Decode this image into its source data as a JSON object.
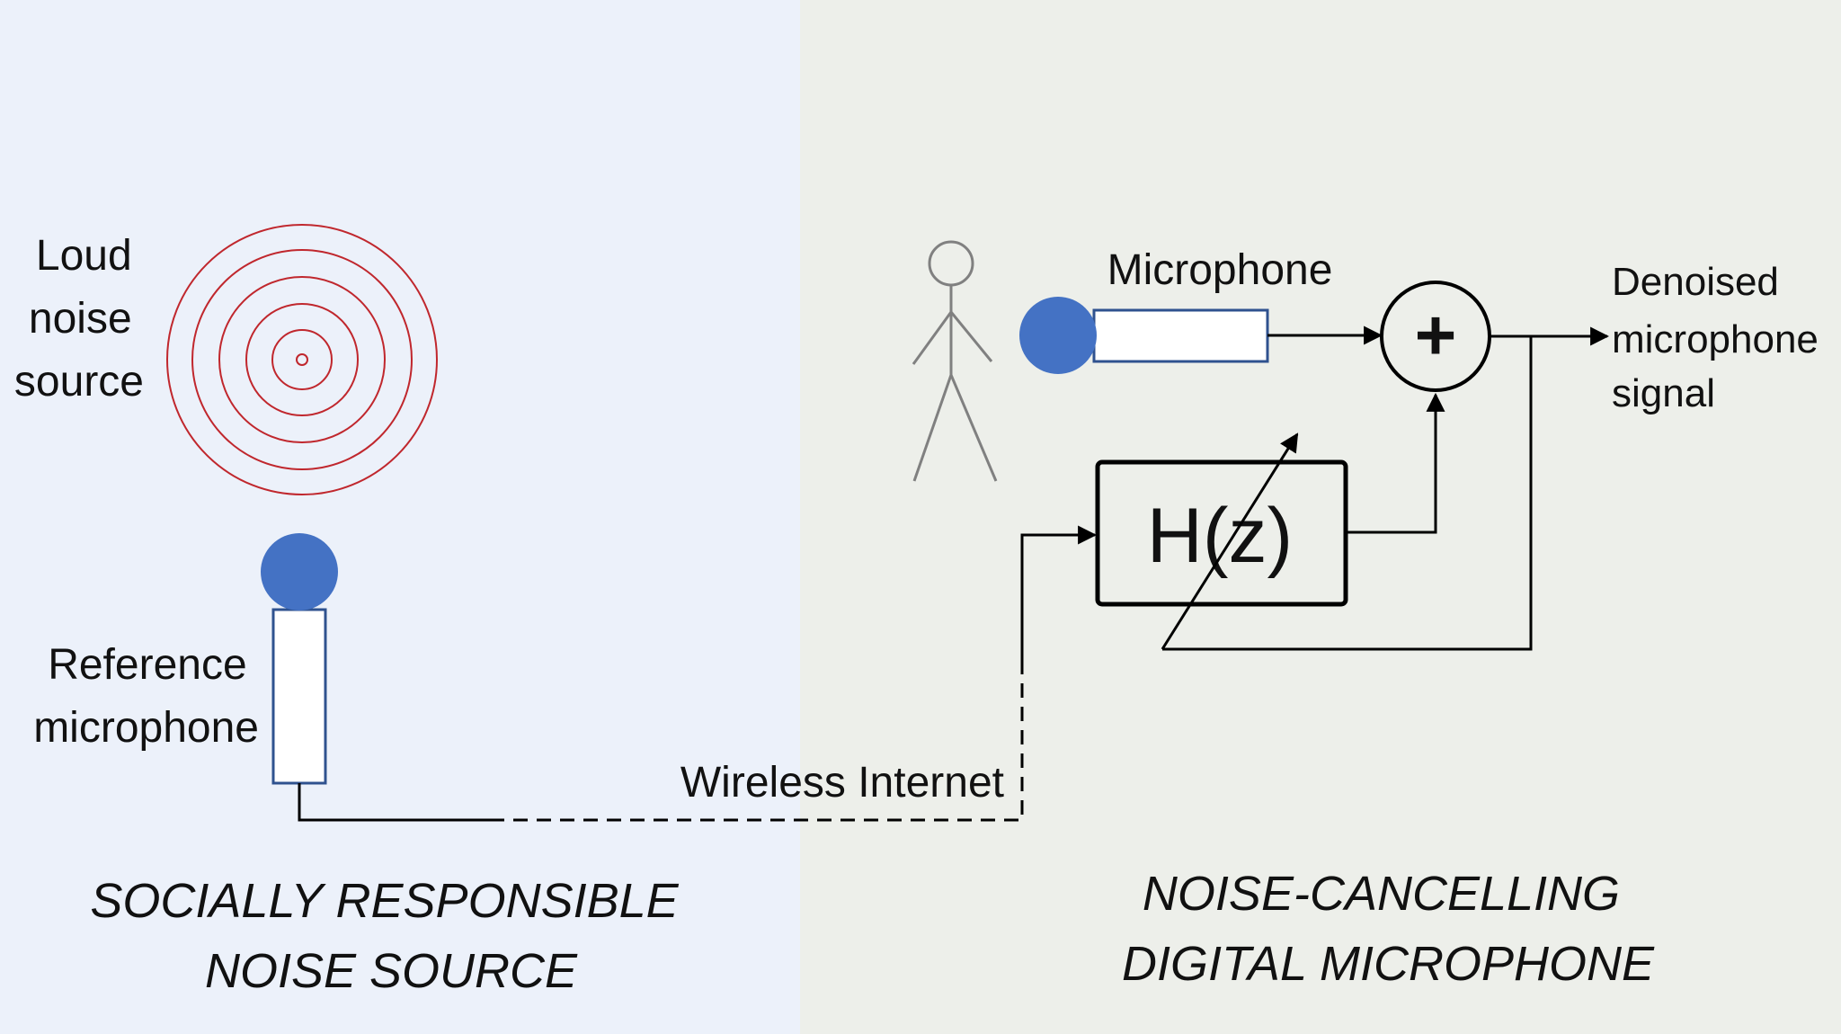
{
  "colors": {
    "left_panel_bg": "#ECF1FA",
    "right_panel_bg": "#EDEFEA",
    "noise_rings": "#C0272D",
    "mic_blue": "#4472C4",
    "mic_border": "#2F528F",
    "person_gray": "#808080",
    "line_black": "#000000"
  },
  "left_panel": {
    "loud_noise_source": [
      "Loud",
      "noise",
      "source"
    ],
    "reference_microphone": [
      "Reference",
      "microphone"
    ],
    "title": [
      "SOCIALLY RESPONSIBLE",
      "NOISE SOURCE"
    ]
  },
  "link": {
    "label": "Wireless Internet"
  },
  "right_panel": {
    "microphone": "Microphone",
    "sum_symbol": "+",
    "filter": "H(z)",
    "output": [
      "Denoised",
      "microphone",
      "signal"
    ],
    "title": [
      "NOISE-CANCELLING",
      "DIGITAL MICROPHONE"
    ]
  },
  "icons": {
    "noise_source": "concentric-rings-icon",
    "reference_mic": "microphone-icon",
    "main_mic": "microphone-icon",
    "person": "stick-figure-icon",
    "summer": "summing-junction-icon",
    "adaptive": "adaptive-arrow-icon"
  }
}
